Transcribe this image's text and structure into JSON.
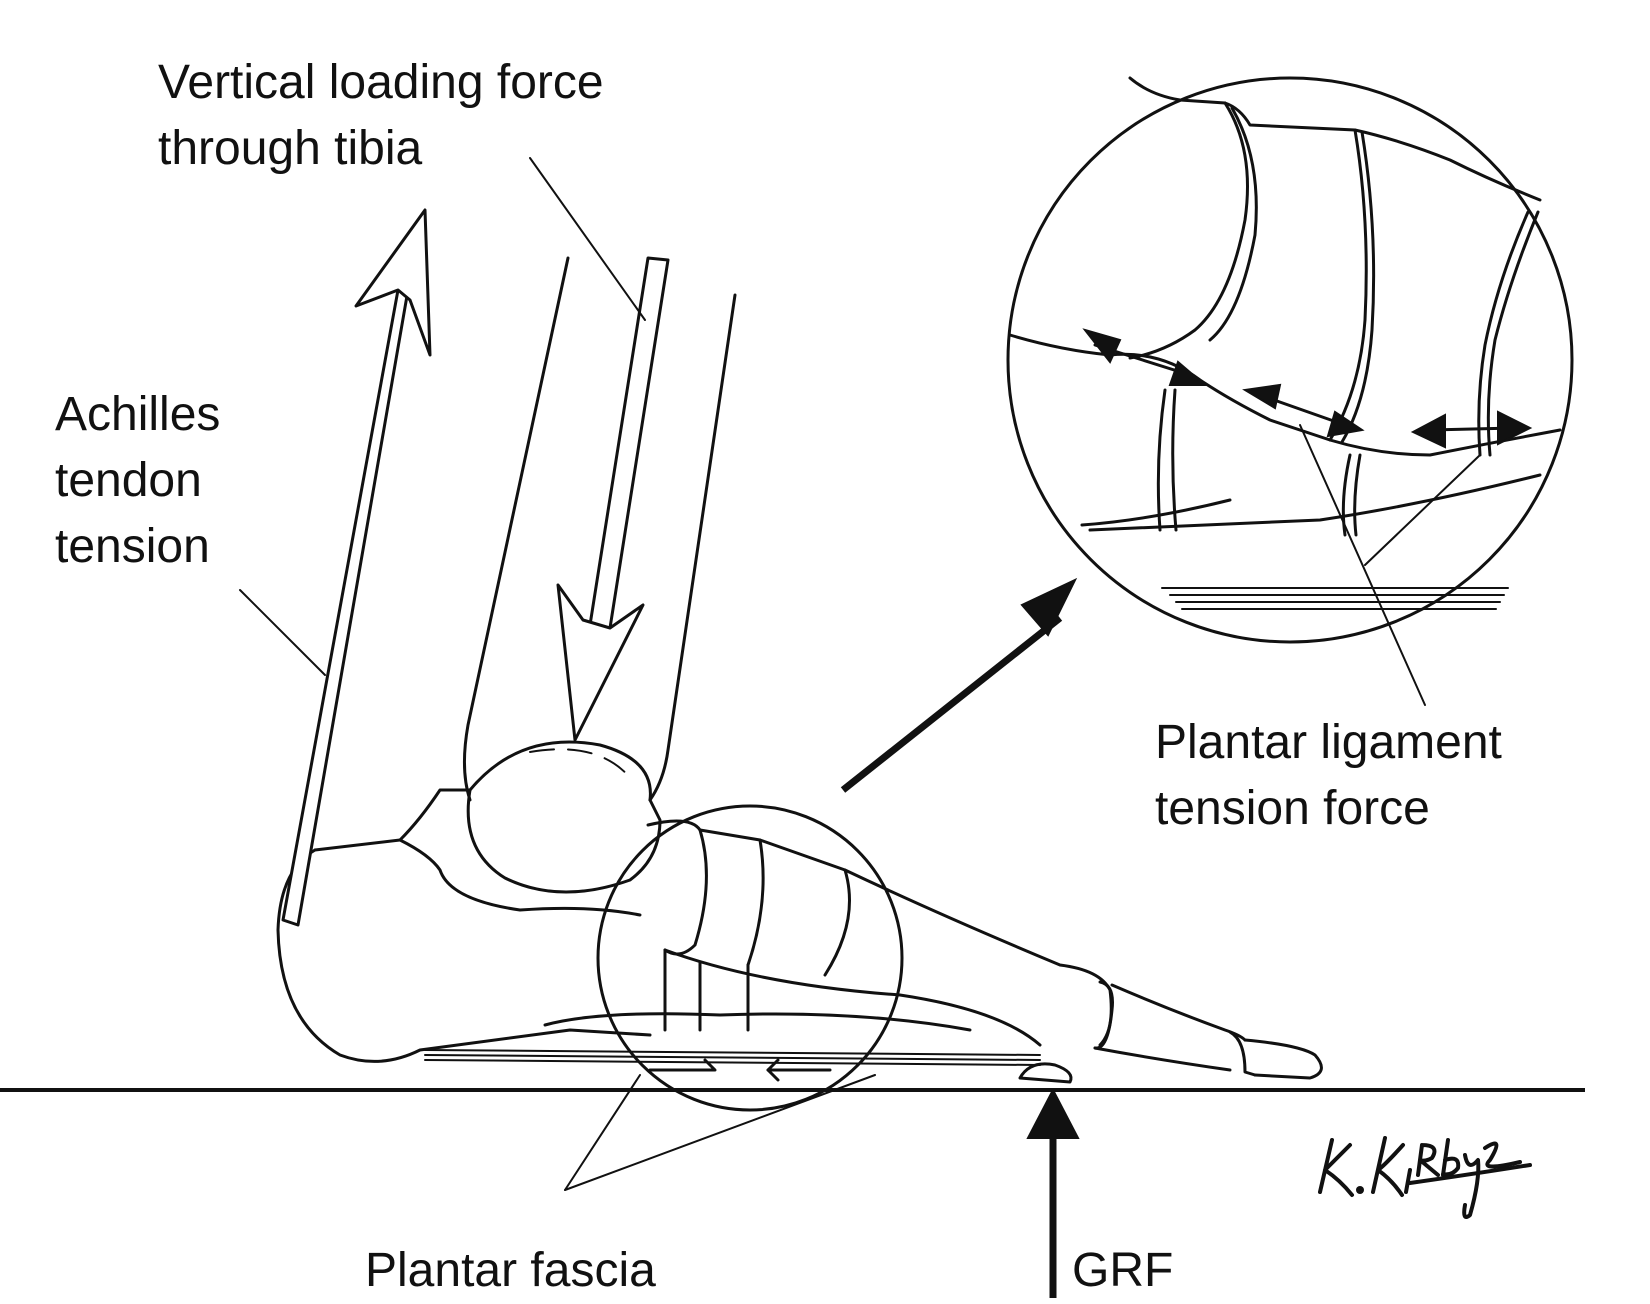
{
  "labels": {
    "vertical_loading": [
      "Vertical loading force",
      "through tibia"
    ],
    "achilles": [
      "Achilles",
      "tendon",
      "tension"
    ],
    "plantar_ligament": [
      "Plantar ligament",
      "tension force"
    ],
    "plantar_fascia": "Plantar fascia",
    "grf": "GRF"
  },
  "signature": "K.Kirby",
  "colors": {
    "line": "#111111",
    "background": "#ffffff"
  }
}
